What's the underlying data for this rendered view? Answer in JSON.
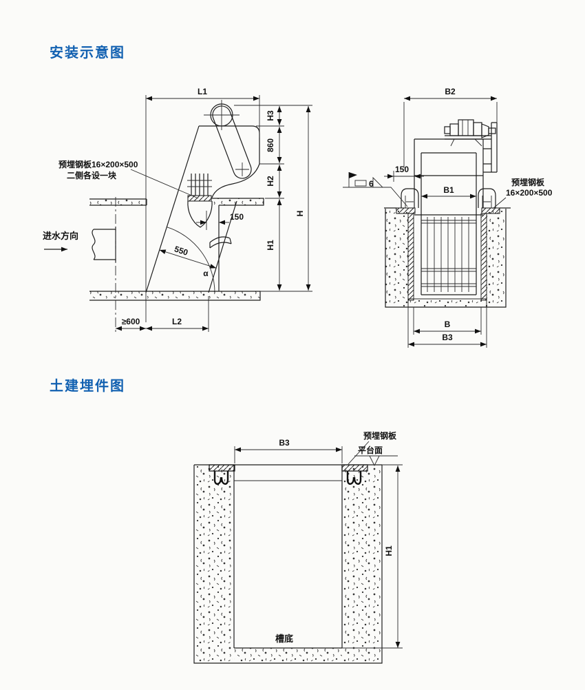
{
  "titles": {
    "installation": "安装示意图",
    "embedment": "土建埋件图"
  },
  "side_view": {
    "dims": {
      "l1": "L1",
      "h3": "H3",
      "d860": "860",
      "h2": "H2",
      "h": "H",
      "h1": "H1",
      "d150": "150",
      "d550": "550",
      "alpha": "α",
      "min600": "≥600",
      "l2": "L2"
    },
    "notes": {
      "plate_spec": "预埋钢板16×200×500",
      "plate_note": "二侧各设一块",
      "inflow": "进水方向"
    }
  },
  "front_view": {
    "dims": {
      "b2": "B2",
      "d150": "150",
      "b1": "B1",
      "b": "B",
      "b3": "B3"
    },
    "weld": {
      "size": "6"
    },
    "notes": {
      "plate": "预埋钢板",
      "plate_spec": "16×200×500"
    }
  },
  "embedment_view": {
    "dims": {
      "b3": "B3",
      "h1": "H1"
    },
    "notes": {
      "plate": "预埋钢板",
      "platform": "平台面",
      "channel_bottom": "槽底"
    }
  }
}
